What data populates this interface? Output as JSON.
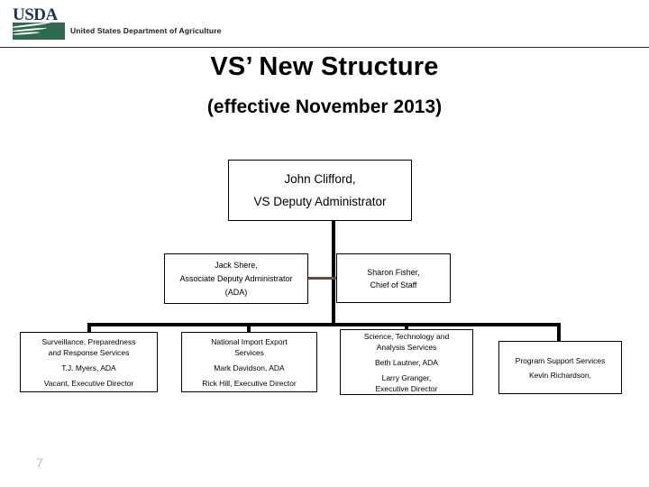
{
  "header": {
    "wordmark": "USDA",
    "tagline": "United States Department of Agriculture",
    "colors": {
      "wordmark": "#1b3557",
      "landscape": "#2e6b4f",
      "rule": "#2b2b2b"
    }
  },
  "slide": {
    "title": "VS’ New Structure",
    "subtitle": "(effective November 2013)",
    "page_number": "7"
  },
  "org_chart": {
    "root": {
      "name": "John Clifford,",
      "title": "VS Deputy Administrator"
    },
    "second_level": [
      {
        "name": "Jack Shere,",
        "title": "Associate Deputy Administrator",
        "title2": "(ADA)"
      },
      {
        "name": "Sharon Fisher,",
        "title": "Chief of Staff"
      }
    ],
    "units": [
      {
        "unit_line1": "Surveillance, Preparedness",
        "unit_line2": "and Response Services",
        "ada": "T.J. Myers, ADA",
        "director": "Vacant, Executive Director"
      },
      {
        "unit_line1": "National Import Export",
        "unit_line2": "Services",
        "ada": "Mark Davidson, ADA",
        "director": "Rick Hill, Executive Director"
      },
      {
        "unit_line1": "Science, Technology and",
        "unit_line2": "Analysis Services",
        "ada": "Beth Lautner, ADA",
        "director_line1": "Larry Granger,",
        "director_line2": "Executive Director"
      },
      {
        "unit_line1": "Program Support Services",
        "ada": "Kevin Richardson,"
      }
    ]
  }
}
